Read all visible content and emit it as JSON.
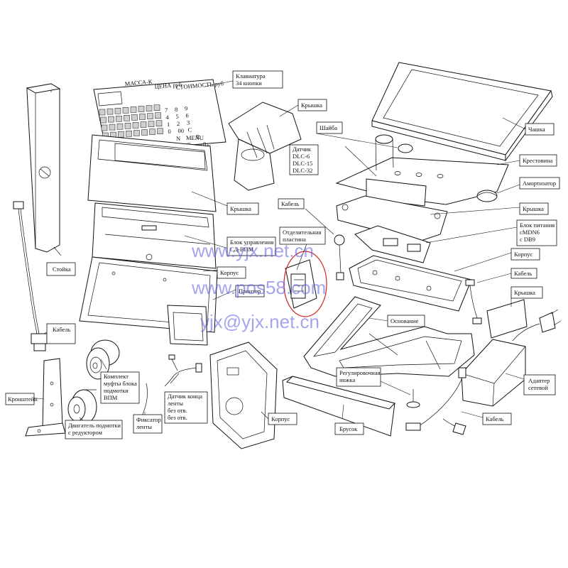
{
  "labels": {
    "klaviatura": [
      "Клавиатура",
      "34 кнопки"
    ],
    "kryshka_top": [
      "Крышка"
    ],
    "shaiba": [
      "Шайба"
    ],
    "chashka": [
      "Чашка"
    ],
    "datchik": [
      "Датчик",
      "DLC-6",
      "DLC-15",
      "DLC-32"
    ],
    "krestovina": [
      "Крестовина"
    ],
    "amortizator": [
      "Амортизатор"
    ],
    "kryshka_display": [
      "Крышка"
    ],
    "kryshka_right": [
      "Крышка"
    ],
    "blok_upravleniya": [
      "Блок управления",
      "СД-ВПМ"
    ],
    "kabel_mid": [
      "Кабель"
    ],
    "otdelitelnaya": [
      "Отделительная",
      "пластина"
    ],
    "blok_pitaniya": [
      "Блок питания",
      "cMDN6",
      "с DB9"
    ],
    "korpus_right": [
      "Корпус"
    ],
    "korpus_mid": [
      "Корпус"
    ],
    "printer": [
      "Принтер"
    ],
    "kabel_right": [
      "Кабель"
    ],
    "kryshka_small": [
      "Крышка"
    ],
    "stoika": [
      "Стойка"
    ],
    "kabel_left": [
      "Кабель"
    ],
    "osnovanie": [
      "Основание"
    ],
    "komplekt_mufty": [
      "Комплект",
      "муфты блока",
      "подмотки",
      "ВПМ"
    ],
    "reg_nozhka": [
      "Регулировочная",
      "ножка"
    ],
    "datchik_kontsa": [
      "Датчик конца",
      "ленты",
      "без отв.",
      "без отв."
    ],
    "adapter": [
      "Адаптер",
      "сетевой"
    ],
    "kronshtein": [
      "Кронштейн"
    ],
    "fiksator": [
      "Фиксатор",
      "ленты"
    ],
    "korpus_bottom": [
      "Корпус"
    ],
    "brusok": [
      "Брусок"
    ],
    "dvigatel": [
      "Двигатель подмотки",
      "с редуктором"
    ],
    "kabel_bottom": [
      "Кабель"
    ]
  },
  "keyboard": {
    "mass_label": "МАССА-К",
    "price_label": "ЦЕНА руб",
    "cost_label": "СТОИМОСТЬ руб",
    "keys": [
      "7",
      "8",
      "9",
      "4",
      "5",
      "6",
      "1",
      "2",
      "3",
      "0",
      "00",
      "C",
      "N",
      "MENU",
      "R",
      "PLU",
      "T",
      "→0←"
    ]
  },
  "watermarks": [
    "www.yjx.net.cn",
    "www.pos58.com",
    "yjx@yjx.net.cn"
  ]
}
